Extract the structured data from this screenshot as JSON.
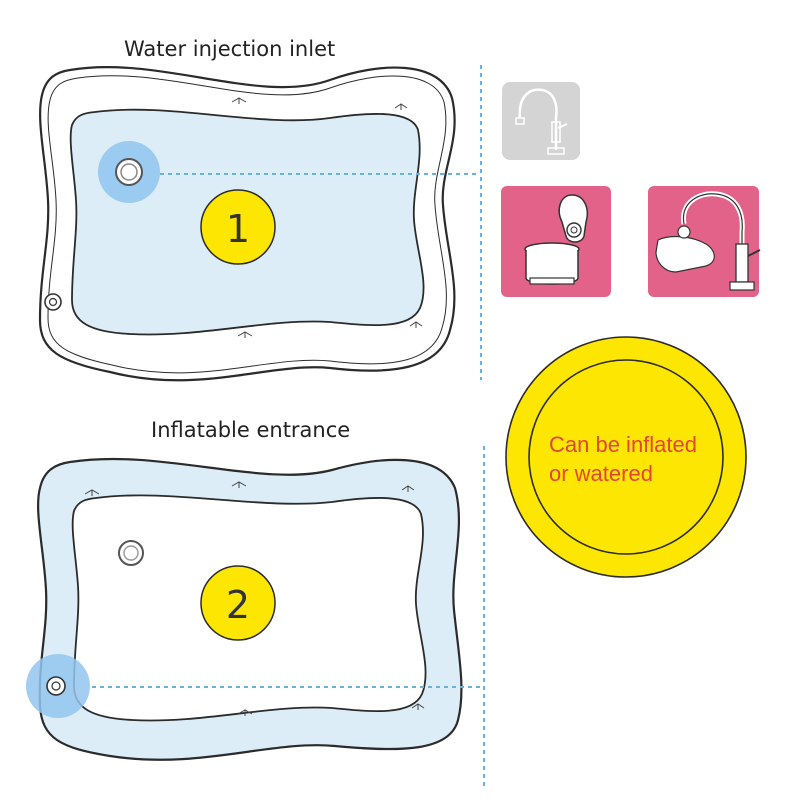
{
  "labels": {
    "water_injection_inlet": "Water injection inlet",
    "inflatable_entrance": "Inflatable entrance"
  },
  "steps": {
    "step1": "1",
    "step2": "2"
  },
  "badge": {
    "line1": "Can be inflated",
    "line2": "or watered"
  },
  "colors": {
    "mat_outline": "#2b2b2b",
    "water_fill": "#dcedf8",
    "highlight_blue": "#93c6ee",
    "dashed_line": "#6ab2dc",
    "step_circle": "#fde601",
    "icon_pink": "#e3628a",
    "icon_gray": "#d4d4d4",
    "badge_yellow": "#fde601",
    "badge_text": "#e2463a"
  },
  "icons": [
    "faucet-icon",
    "pump-bottle-icon",
    "faucet-filling-icon"
  ]
}
